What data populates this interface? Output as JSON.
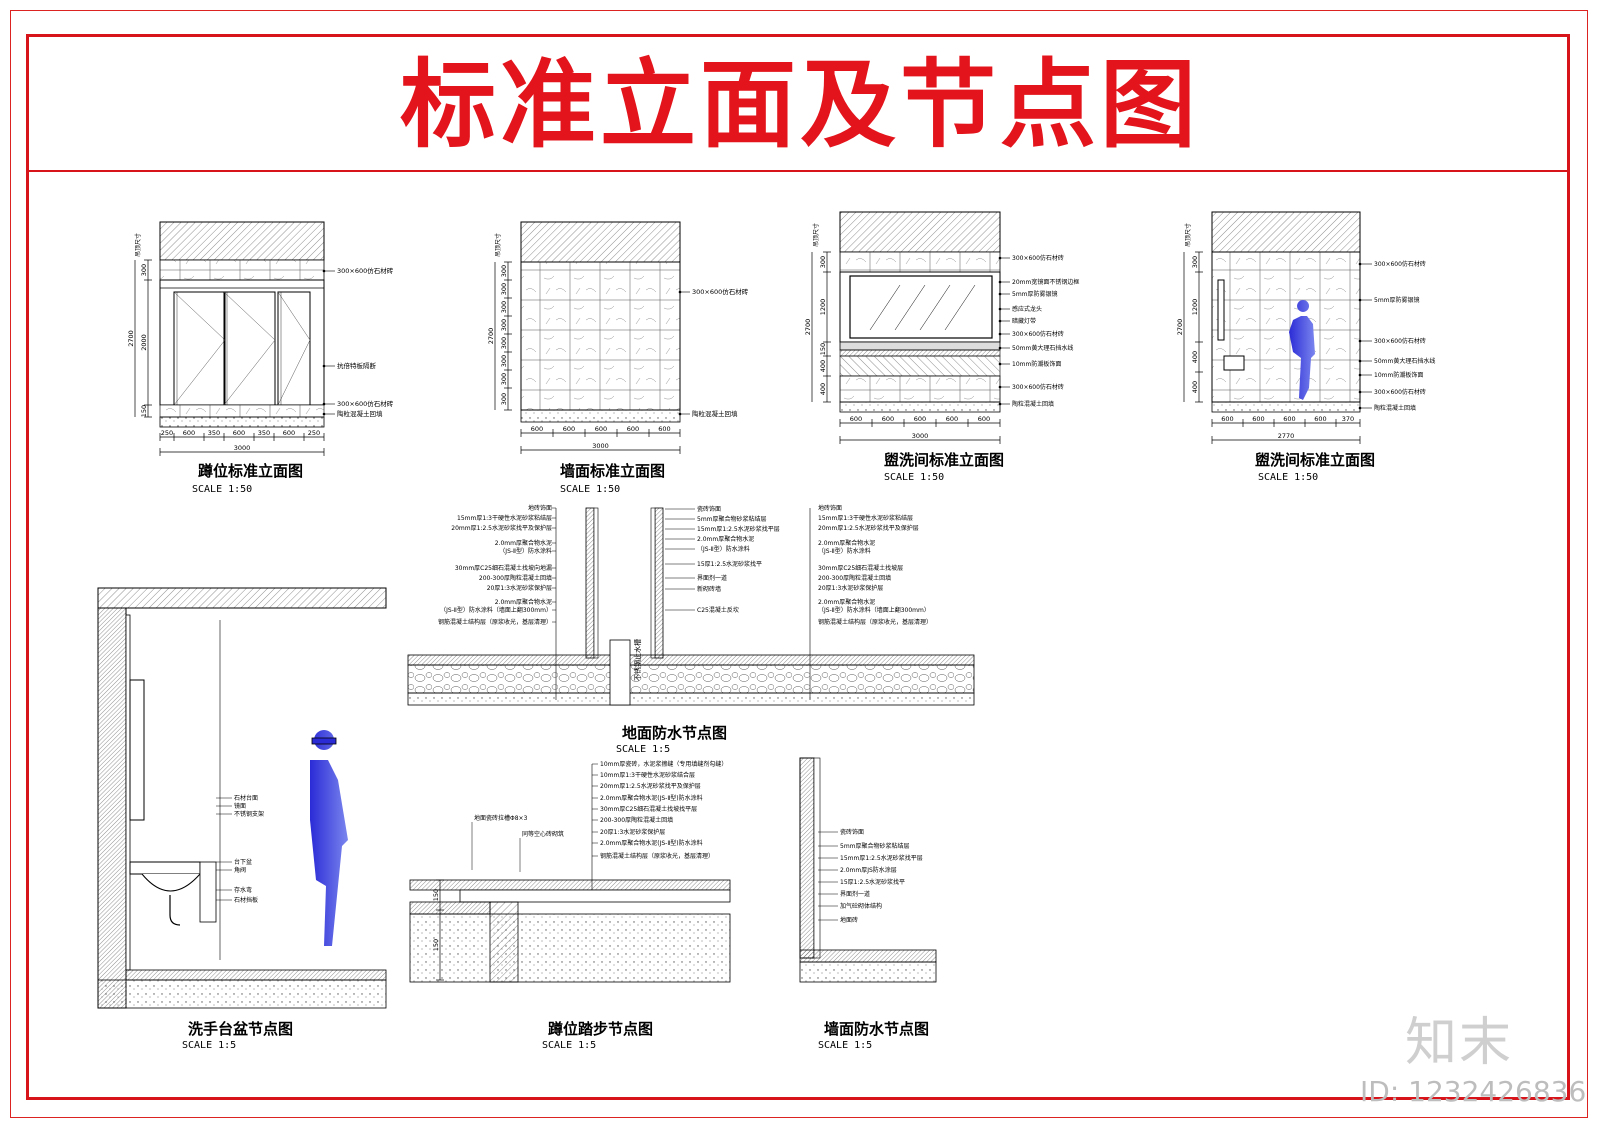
{
  "title": "标准立面及节点图",
  "drawings": [
    {
      "caption": "蹲位标准立面图",
      "scale": "SCALE 1:50"
    },
    {
      "caption": "墙面标准立面图",
      "scale": "SCALE 1:50"
    },
    {
      "caption": "盥洗间标准立面图",
      "scale": "SCALE 1:50"
    },
    {
      "caption": "盥洗间标准立面图",
      "scale": "SCALE 1:50"
    },
    {
      "caption": "地面防水节点图",
      "scale": "SCALE 1:5"
    },
    {
      "caption": "洗手台盆节点图",
      "scale": "SCALE 1:5"
    },
    {
      "caption": "蹲位踏步节点图",
      "scale": "SCALE 1:5"
    },
    {
      "caption": "墙面防水节点图",
      "scale": "SCALE 1:5"
    }
  ],
  "dims": {
    "d1_bottom": [
      "250",
      "600",
      "350",
      "600",
      "350",
      "600",
      "250"
    ],
    "d1_total": "3000",
    "d1_left": [
      "300",
      "2000",
      "150"
    ],
    "d1_h": "2700",
    "d2_bottom": [
      "600",
      "600",
      "600",
      "600",
      "600"
    ],
    "d2_total": "3000",
    "d2_left": [
      "300",
      "300",
      "300",
      "300",
      "300",
      "300",
      "300",
      "300"
    ],
    "d2_h": "2700",
    "d3_bottom": [
      "600",
      "600",
      "600",
      "600",
      "600"
    ],
    "d3_total": "3000",
    "d3_left": [
      "300",
      "1200",
      "150",
      "400",
      "400"
    ],
    "d3_h": "2700",
    "d4_bottom": [
      "600",
      "600",
      "600",
      "600",
      "370"
    ],
    "d4_total": "2770",
    "d4_left": [
      "300",
      "1200",
      "400",
      "400"
    ],
    "d4_h": "2700",
    "ceiling_label": "吊顶尺寸"
  },
  "labels": {
    "d1": [
      "300×600仿石材砖",
      "抗倍特板隔断",
      "300×600仿石材砖",
      "陶粒混凝土回填"
    ],
    "d2": [
      "300×600仿石材砖",
      "陶粒混凝土回填"
    ],
    "d3": [
      "300×600仿石材砖",
      "20mm宽镜面不锈钢边框",
      "5mm厚防雾银镜",
      "感应式龙头",
      "暗藏灯带",
      "300×600仿石材砖",
      "50mm黄大理石挡水线",
      "10mm防潮板饰面",
      "300×600仿石材砖",
      "陶粒混凝土回填"
    ],
    "d4": [
      "300×600仿石材砖",
      "5mm厚防雾银镜",
      "300×600仿石材砖",
      "50mm黄大理石挡水线",
      "10mm防潮板饰面",
      "300×600仿石材砖",
      "陶粒混凝土回填"
    ],
    "floor_left": [
      "地砖饰面",
      "15mm厚1:3干硬性水泥砂浆粘结层",
      "20mm厚1:2.5水泥砂浆找平及保护层",
      "2.0mm厚聚合物水泥",
      "（JS-Ⅱ型）防水涂料",
      "30mm厚C25细石混凝土找坡向地漏",
      "200-300厚陶粒混凝土回填",
      "20厚1:3水泥砂浆保护层",
      "2.0mm厚聚合物水泥",
      "（JS-Ⅱ型）防水涂料（墙面上翻300mm）",
      "钢筋混凝土结构层（原浆收光，基层清理）"
    ],
    "floor_mid": [
      "瓷砖饰面",
      "5mm厚聚合物砂浆粘结层",
      "15mm厚1:2.5水泥砂浆找平层",
      "2.0mm厚聚合物水泥",
      "（JS-Ⅱ型）防水涂料",
      "15厚1:2.5水泥砂浆找平",
      "界面剂一道",
      "新砌砖墙",
      "C25混凝土反坎"
    ],
    "floor_right": [
      "地砖饰面",
      "15mm厚1:3干硬性水泥砂浆粘结层",
      "20mm厚1:2.5水泥砂浆找平及保护层",
      "2.0mm厚聚合物水泥",
      "（JS-Ⅱ型）防水涂料",
      "30mm厚C25细石混凝土找坡层",
      "200-300厚陶粒混凝土回填",
      "20厚1:3水泥砂浆保护层",
      "2.0mm厚聚合物水泥",
      "（JS-Ⅱ型）防水涂料（墙面上翻300mm）",
      "钢筋混凝土结构层（原浆收光，基层清理）"
    ],
    "step": [
      "10mm厚瓷砖，水泥浆擦缝（专用填缝剂勾缝）",
      "10mm厚1:3干硬性水泥砂浆结合层",
      "20mm厚1:2.5水泥砂浆找平及保护层",
      "2.0mm厚聚合物水泥(JS-Ⅱ型)防水涂料",
      "30mm厚C25细石混凝土找坡找平层",
      "200-300厚陶粒混凝土回填",
      "20厚1:3水泥砂浆保护层",
      "2.0mm厚聚合物水泥(JS-Ⅱ型)防水涂料",
      "钢筋混凝土结构层（原浆收光，基层清理）"
    ],
    "step_left": [
      "地面瓷砖拉槽Φ8×3",
      "同等空心砖砌筑"
    ],
    "step_dims": [
      "150",
      "150"
    ],
    "wall": [
      "瓷砖饰面",
      "5mm厚聚合物砂浆粘结层",
      "15mm厚1:2.5水泥砂浆找平层",
      "2.0mm厚JS防水涂层",
      "15厚1:2.5水泥砂浆找平",
      "界面剂一道",
      "加气砼砌体结构",
      "地面砖"
    ],
    "basin": [
      "石材台面",
      "镜面",
      "不锈钢支架",
      "台下盆",
      "角阀",
      "存水弯",
      "石材挡板"
    ],
    "mid_vertical": "不锈钢止水槽"
  },
  "watermark": {
    "logo": "知末",
    "id": "ID: 1232426836"
  }
}
